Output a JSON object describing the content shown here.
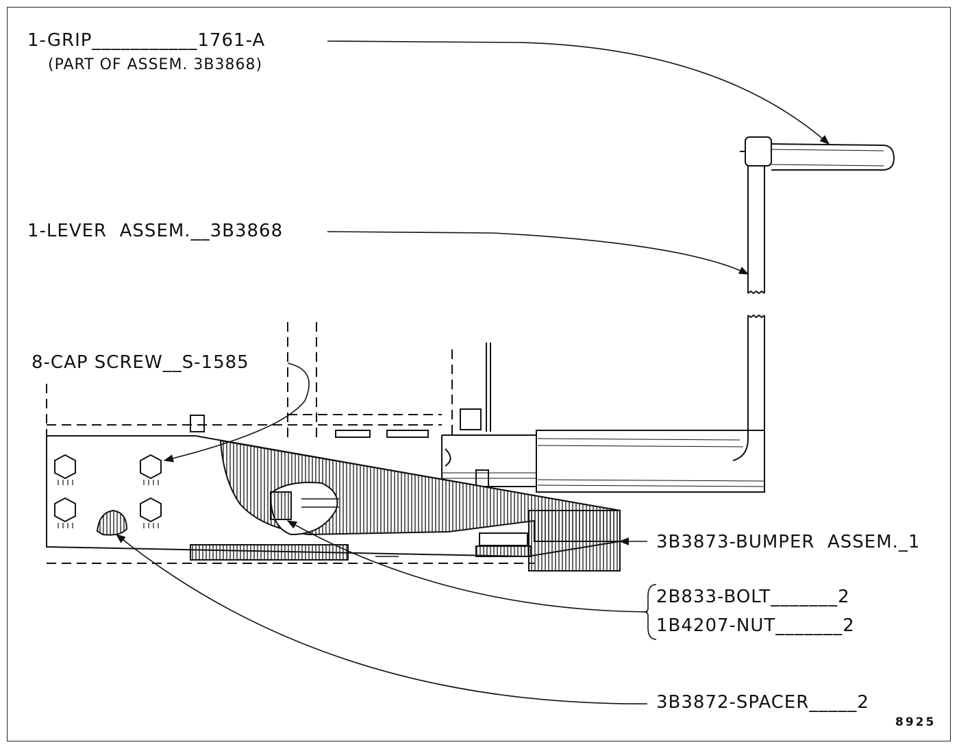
{
  "labels": {
    "grip": "1-GRIP___________1761-A",
    "grip_note": "(PART OF ASSEM. 3B3868)",
    "lever": "1-LEVER  ASSEM.__3B3868",
    "cap_screw": "8-CAP SCREW__S-1585",
    "bumper": "3B3873-BUMPER  ASSEM._1",
    "bolt": "2B833-BOLT_______2",
    "nut": "1B4207-NUT_______2",
    "spacer": "3B3872-SPACER_____2",
    "figure_number": "8925"
  }
}
